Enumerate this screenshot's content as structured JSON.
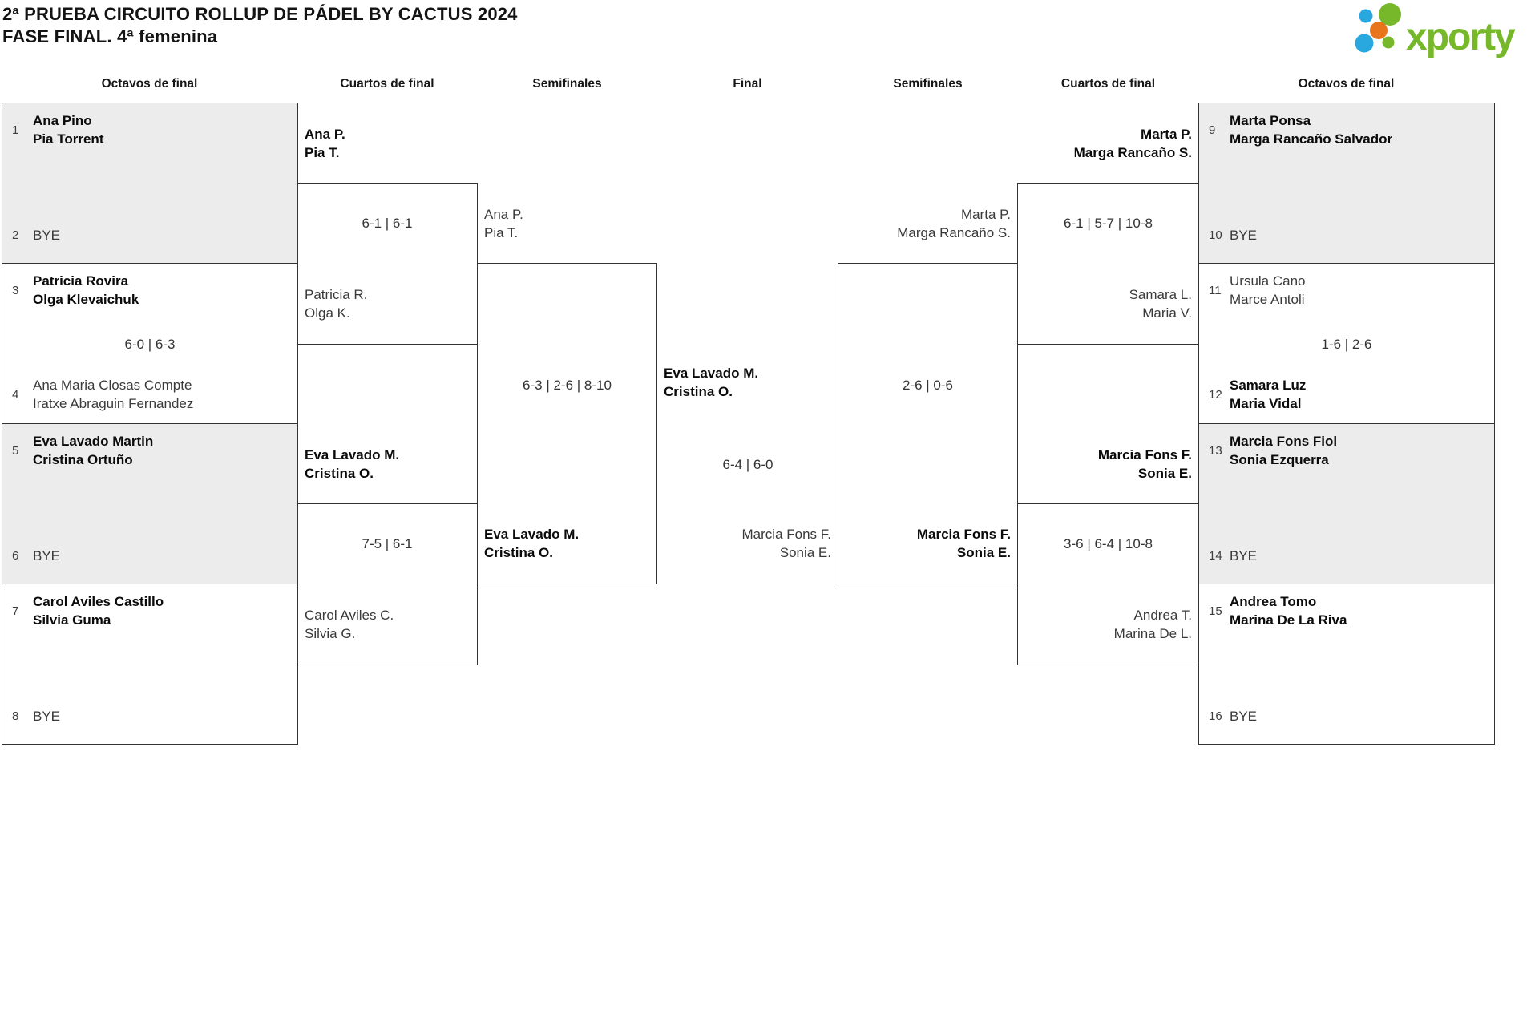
{
  "title": {
    "line1": "2ª PRUEBA CIRCUITO ROLLUP DE PÁDEL BY CACTUS 2024",
    "line2": "FASE FINAL. 4ª femenina"
  },
  "logo": {
    "wordmark": "xporty"
  },
  "colors": {
    "logo_green": "#76b82a",
    "logo_blue": "#29a8e0",
    "logo_orange": "#e8741c",
    "box_shaded": "#ececec",
    "line": "#333333"
  },
  "round_headers": [
    "Octavos de final",
    "Cuartos de final",
    "Semifinales",
    "Final",
    "Semifinales",
    "Cuartos de final",
    "Octavos de final"
  ],
  "octavos_left": [
    {
      "top_seed": "1",
      "top_team": [
        "Ana Pino",
        "Pia Torrent"
      ],
      "score": "",
      "bottom_seed": "2",
      "bottom_team": [
        "BYE"
      ]
    },
    {
      "top_seed": "3",
      "top_team": [
        "Patricia Rovira",
        "Olga Klevaichuk"
      ],
      "score": "6-0 | 6-3",
      "bottom_seed": "4",
      "bottom_team": [
        "Ana Maria Closas Compte",
        "Iratxe Abraguin Fernandez"
      ]
    },
    {
      "top_seed": "5",
      "top_team": [
        "Eva Lavado Martin",
        "Cristina Ortuño"
      ],
      "score": "",
      "bottom_seed": "6",
      "bottom_team": [
        "BYE"
      ]
    },
    {
      "top_seed": "7",
      "top_team": [
        "Carol Aviles Castillo",
        "Silvia Guma"
      ],
      "score": "",
      "bottom_seed": "8",
      "bottom_team": [
        "BYE"
      ]
    }
  ],
  "octavos_right": [
    {
      "top_seed": "9",
      "top_team": [
        "Marta Ponsa",
        "Marga Rancaño Salvador"
      ],
      "score": "",
      "bottom_seed": "10",
      "bottom_team": [
        "BYE"
      ]
    },
    {
      "top_seed": "11",
      "top_team": [
        "Ursula Cano",
        "Marce Antoli"
      ],
      "score": "1-6 | 2-6",
      "bottom_seed": "12",
      "bottom_team": [
        "Samara Luz",
        "Maria Vidal"
      ]
    },
    {
      "top_seed": "13",
      "top_team": [
        "Marcia Fons Fiol",
        "Sonia Ezquerra"
      ],
      "score": "",
      "bottom_seed": "14",
      "bottom_team": [
        "BYE"
      ]
    },
    {
      "top_seed": "15",
      "top_team": [
        "Andrea Tomo",
        "Marina De La Riva"
      ],
      "score": "",
      "bottom_seed": "16",
      "bottom_team": [
        "BYE"
      ]
    }
  ],
  "cuartos_left": [
    {
      "team1": [
        "Ana P.",
        "Pia T."
      ],
      "score": "6-1 | 6-1",
      "team2": [
        "Patricia R.",
        "Olga K."
      ]
    },
    {
      "team1": [
        "Eva Lavado M.",
        "Cristina O."
      ],
      "score": "7-5 | 6-1",
      "team2": [
        "Carol Aviles C.",
        "Silvia G."
      ]
    }
  ],
  "cuartos_right": [
    {
      "team1": [
        "Marta P.",
        "Marga Rancaño S."
      ],
      "score": "6-1 | 5-7 | 10-8",
      "team2": [
        "Samara L.",
        "Maria V."
      ]
    },
    {
      "team1": [
        "Marcia Fons F.",
        "Sonia E."
      ],
      "score": "3-6 | 6-4 | 10-8",
      "team2": [
        "Andrea T.",
        "Marina De L."
      ]
    }
  ],
  "semis_left": {
    "team1": [
      "Ana P.",
      "Pia T."
    ],
    "score": "6-3 | 2-6 | 8-10",
    "team2": [
      "Eva Lavado M.",
      "Cristina O."
    ]
  },
  "semis_right": {
    "team1": [
      "Marta P.",
      "Marga Rancaño S."
    ],
    "score": "2-6 | 0-6",
    "team2": [
      "Marcia Fons F.",
      "Sonia E."
    ]
  },
  "final": {
    "team1": [
      "Eva Lavado M.",
      "Cristina O."
    ],
    "score": "6-4 | 6-0",
    "team2": [
      "Marcia Fons F.",
      "Sonia E."
    ]
  }
}
